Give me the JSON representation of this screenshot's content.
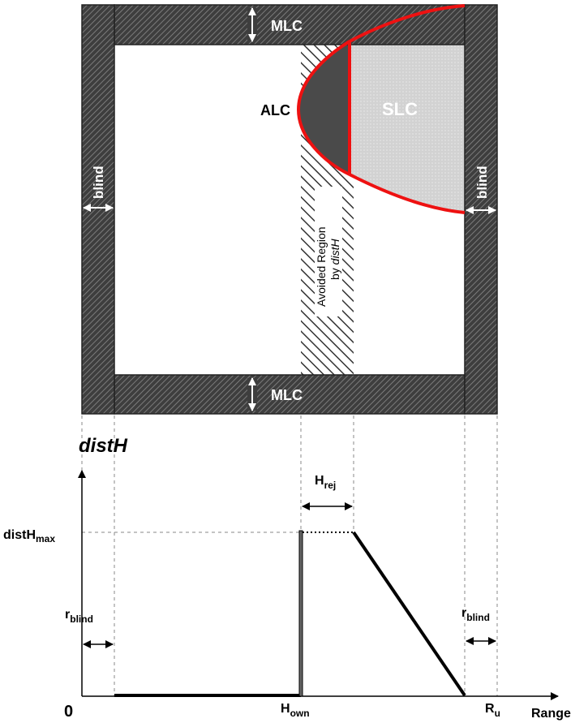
{
  "diagram": {
    "mlc_top": "MLC",
    "mlc_bottom": "MLC",
    "blind_left": "blind",
    "blind_right": "blind",
    "alc": "ALC",
    "slc": "SLC",
    "avoided_line1": "Avoided Region",
    "avoided_line2_prefix": "by ",
    "avoided_line2_var": "distH"
  },
  "graph": {
    "y_title": "distH",
    "origin": "0",
    "x_axis_label": "Range",
    "y_max_label_main": "distH",
    "y_max_label_sub": "max",
    "r_blind_left_main": "r",
    "r_blind_left_sub": "blind",
    "r_blind_right_main": "r",
    "r_blind_right_sub": "blind",
    "h_rej_main": "H",
    "h_rej_sub": "rej",
    "h_own_main": "H",
    "h_own_sub": "own",
    "r_u_main": "R",
    "r_u_sub": "u"
  },
  "colors": {
    "band": "#3c3c3c",
    "alc_fill": "#4a4a4a",
    "slc_fill": "#d4d4d4",
    "boundary": "#ee1111",
    "hatch_line": "#333333"
  }
}
